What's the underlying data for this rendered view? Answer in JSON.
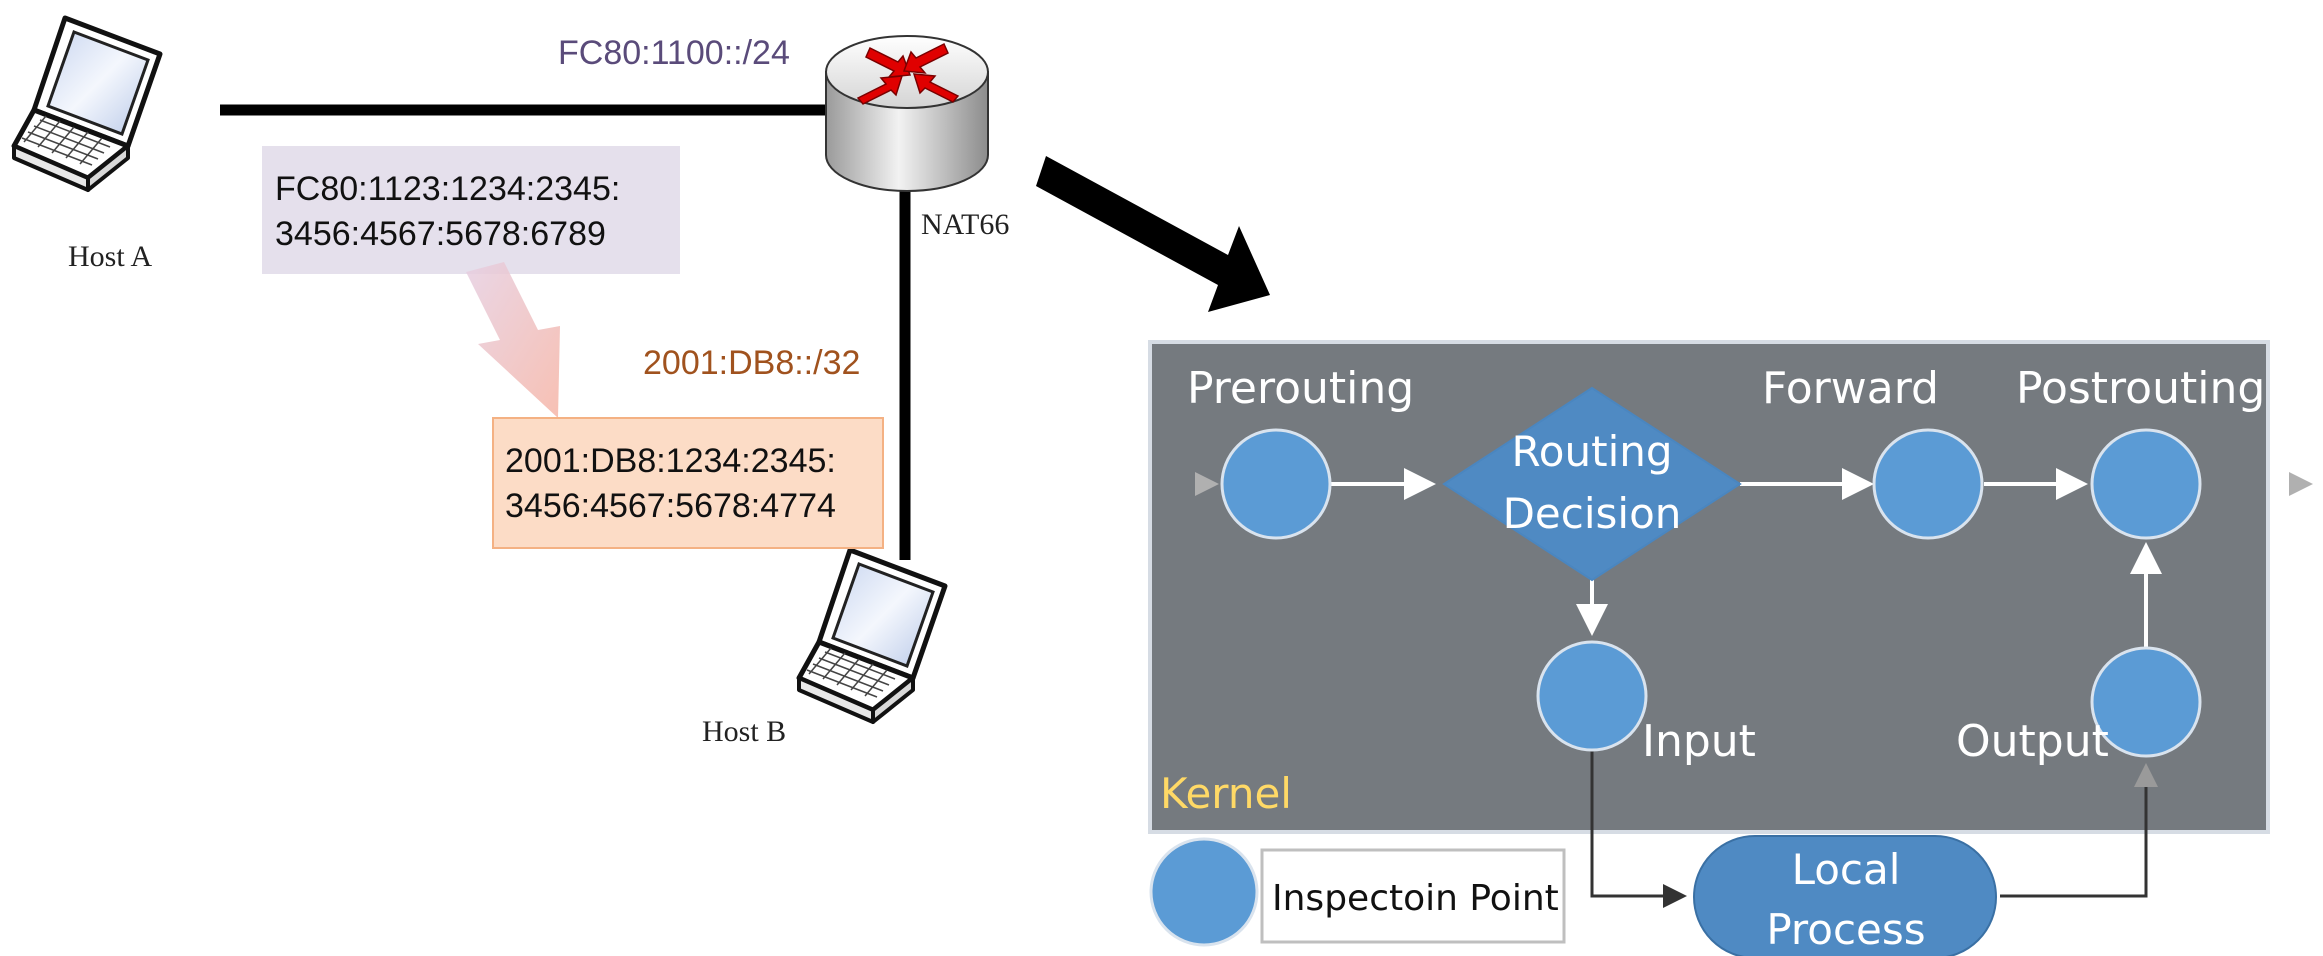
{
  "network": {
    "host_a_label": "Host A",
    "host_b_label": "Host B",
    "router_label": "NAT66",
    "prefix_internal": "FC80:1100::/24",
    "prefix_external": "2001:DB8::/32",
    "addr_internal_line1": "FC80:1123:1234:2345:",
    "addr_internal_line2": "3456:4567:5678:6789",
    "addr_external_line1": "2001:DB8:1234:2345:",
    "addr_external_line2": "3456:4567:5678:4774"
  },
  "netfilter": {
    "prerouting": "Prerouting",
    "routing_decision_line1": "Routing",
    "routing_decision_line2": "Decision",
    "forward": "Forward",
    "postrouting": "Postrouting",
    "input": "Input",
    "output": "Output",
    "kernel": "Kernel",
    "local_process_line1": "Local",
    "local_process_line2": "Process",
    "legend_label": "Inspectoin Point"
  },
  "colors": {
    "kernel_bg": "#757a7f",
    "node_fill": "#5b9bd5",
    "node_stroke": "#d9e3ee",
    "kernel_label": "#ffd966",
    "prefix_internal": "#5a4b7a",
    "prefix_external": "#a0521e",
    "addr_internal_bg": "#e5e0ec",
    "addr_external_bg": "#fcdcc6",
    "addr_external_border": "#f4b183"
  }
}
